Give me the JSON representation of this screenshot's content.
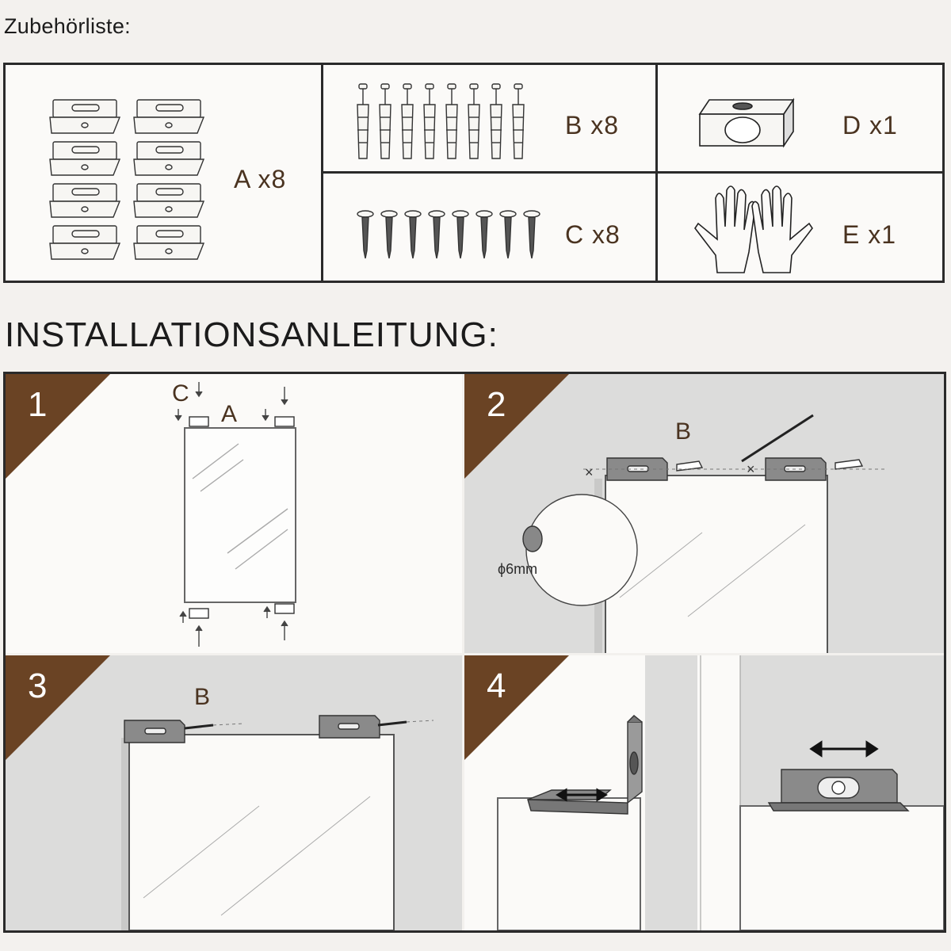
{
  "header": {
    "parts_title": "Zubehörliste:",
    "install_title": "INSTALLATIONSANLEITUNG:"
  },
  "parts": {
    "a": "A x8",
    "b": "B x8",
    "c": "C x8",
    "d": "D x1",
    "e": "E x1"
  },
  "steps": [
    {
      "number": "1",
      "labels": {
        "c": "C",
        "a": "A"
      }
    },
    {
      "number": "2",
      "labels": {
        "b": "B",
        "drill": "ϕ6mm"
      }
    },
    {
      "number": "3",
      "labels": {
        "b": "B"
      }
    },
    {
      "number": "4"
    }
  ],
  "colors": {
    "accent_brown": "#6a4324",
    "label_brown": "#4a3320",
    "panel_gray": "#dcdcdb",
    "border": "#2a2a2a"
  }
}
